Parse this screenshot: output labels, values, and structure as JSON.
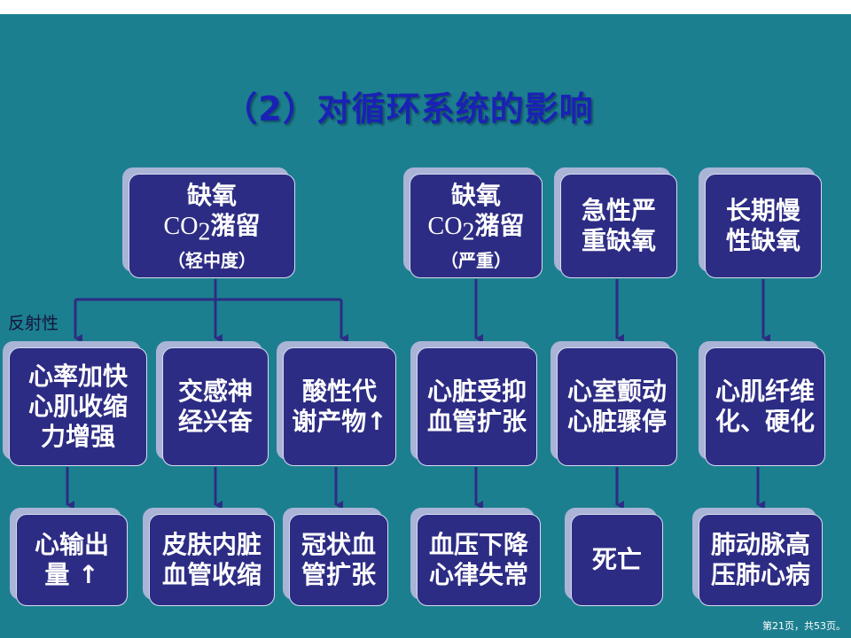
{
  "title": "（2）对循环系统的影响",
  "side_label": "反射性",
  "top": {
    "light": {
      "l1": "缺氧",
      "co2_prefix": "CO",
      "co2_sub": "2",
      "co2_suffix": "潴留",
      "l3": "（轻中度）"
    },
    "severe": {
      "l1": "缺氧",
      "co2_prefix": "CO",
      "co2_sub": "2",
      "co2_suffix": "潴留",
      "l3": "（严重）"
    },
    "acute": {
      "l1": "急性严",
      "l2": "重缺氧"
    },
    "chronic": {
      "l1": "长期慢",
      "l2": "性缺氧"
    }
  },
  "middle": {
    "heart": {
      "l1": "心率加快",
      "l2": "心肌收缩",
      "l3": "力增强"
    },
    "sympathetic": {
      "l1": "交感神",
      "l2": "经兴奋"
    },
    "acid": {
      "l1": "酸性代",
      "l2": "谢产物↑"
    },
    "inhibit": {
      "l1": "心脏受抑",
      "l2": "血管扩张"
    },
    "fib": {
      "l1": "心室颤动",
      "l2": "心脏骤停"
    },
    "myo": {
      "l1": "心肌纤维",
      "l2": "化、硬化"
    }
  },
  "bottom": {
    "output": {
      "l1": "心输出",
      "l2": "量 ↑"
    },
    "skin": {
      "l1": "皮肤内脏",
      "l2": "血管收缩"
    },
    "coronary": {
      "l1": "冠状血",
      "l2": "管扩张"
    },
    "bp": {
      "l1": "血压下降",
      "l2": "心律失常"
    },
    "death": {
      "l1": "死亡"
    },
    "pulm": {
      "l1": "肺动脉高",
      "l2": "压肺心病"
    }
  },
  "footer": "第21页，共53页。"
}
